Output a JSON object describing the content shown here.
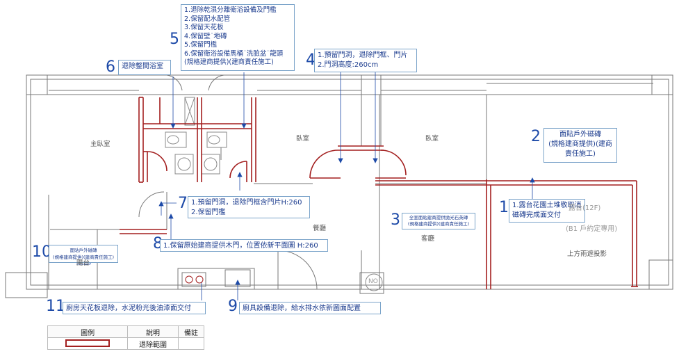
{
  "colors": {
    "demolition": "#a31f1f",
    "note_border": "#7aa3c9",
    "note_text": "#1d3d8f",
    "wall": "#777777"
  },
  "notes": [
    {
      "number": "1",
      "lines": [
        "1.露台花園土堆敬取消",
        "磁磚完成面交付"
      ]
    },
    {
      "number": "2",
      "lines": [
        "面貼戶外磁磚",
        "(規格建商提供)(建商",
        "責任施工)"
      ]
    },
    {
      "number": "3",
      "lines": [
        "全室面貼建商提供拋光石英磚",
        "(規格建商提供)(建商責任施工)"
      ]
    },
    {
      "number": "4",
      "lines": [
        "1.預留門洞，退除門框、門片",
        "2.門洞高度:260cm"
      ]
    },
    {
      "number": "5",
      "lines": [
        "1.退除乾濕分離衛浴設備及門檻",
        "2.保留配水配管",
        "3.保留天花板",
        "4.保留壁˙地磚",
        "5.保留門檻",
        "6.保留衛浴設備馬桶˙洗臉盆˙龍頭",
        "(規格建商提供)(建商責任施工)"
      ]
    },
    {
      "number": "6",
      "lines": [
        "退除整間浴室"
      ]
    },
    {
      "number": "7",
      "lines": [
        "1.預留門洞，退除門框含門片H:260",
        "2.保留門檻"
      ]
    },
    {
      "number": "8",
      "lines": [
        "1.保留原始建商提供木門，位置依新平面圖 H:260"
      ]
    },
    {
      "number": "9",
      "lines": [
        "廚具設備退除，給水排水依新圖面配置"
      ]
    },
    {
      "number": "10",
      "lines": [
        "面貼戶外磁磚",
        "(規格建商提供)(建商責任施工)"
      ]
    },
    {
      "number": "11",
      "lines": [
        "廚房天花板退除，水泥粉光後油漆面交付"
      ]
    }
  ],
  "rooms": {
    "master_bedroom": "主臥室",
    "bedroom_1": "臥室",
    "bedroom_2": "臥室",
    "dining": "餐廳",
    "living": "客廳",
    "balcony": "陽台",
    "terrace": "露台(12F)",
    "terrace_note": "(B1 戶約定專用)",
    "canopy": "上方雨遮投影",
    "no_symbol": "NO"
  },
  "legend": {
    "headers": [
      "圖例",
      "說明",
      "備註"
    ],
    "rows": [
      {
        "symbol": "demolition-swatch",
        "description": "退除範圍",
        "remark": ""
      }
    ]
  }
}
